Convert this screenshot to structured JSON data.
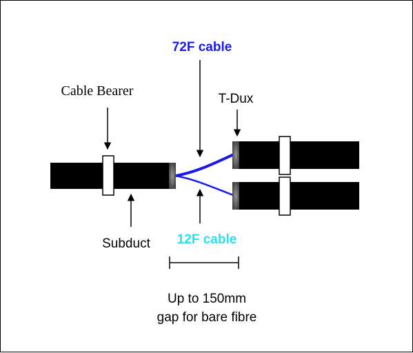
{
  "labels": {
    "cable_72f": "72F cable",
    "cable_bearer": "Cable Bearer",
    "t_dux": "T-Dux",
    "subduct": "Subduct",
    "cable_12f": "12F cable",
    "gap_line1": "Up to 150mm",
    "gap_line2": "gap for bare fibre"
  },
  "colors": {
    "cable_72f": "#1a1ae6",
    "cable_12f": "#22e3ee",
    "duct": "#000000",
    "bearer": "#ffffff"
  }
}
